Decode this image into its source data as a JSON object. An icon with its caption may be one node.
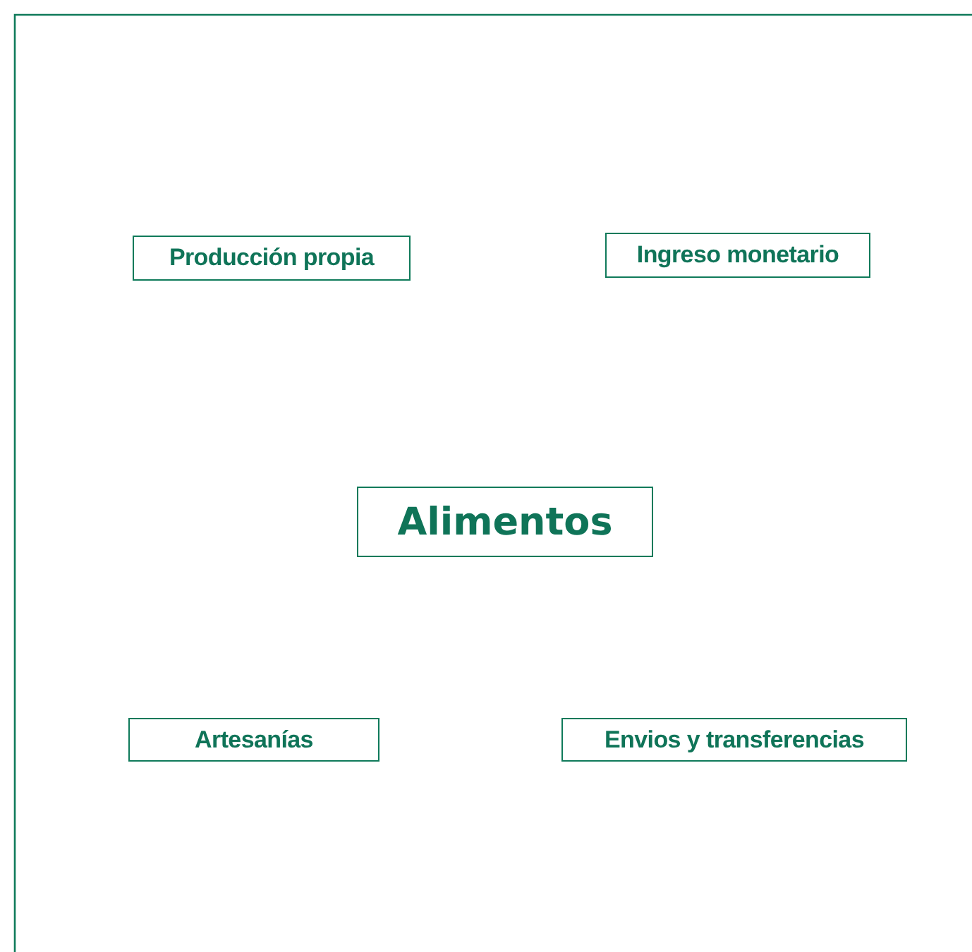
{
  "diagram": {
    "nodes": [
      {
        "text": [
          "Producción propia"
        ]
      },
      {
        "text": [
          "Ingreso monetario"
        ]
      },
      {
        "text": [
          "Alimentos"
        ]
      },
      {
        "text": [
          "Artesanías"
        ]
      },
      {
        "text": [
          "Envios y transferencias"
        ]
      }
    ]
  }
}
